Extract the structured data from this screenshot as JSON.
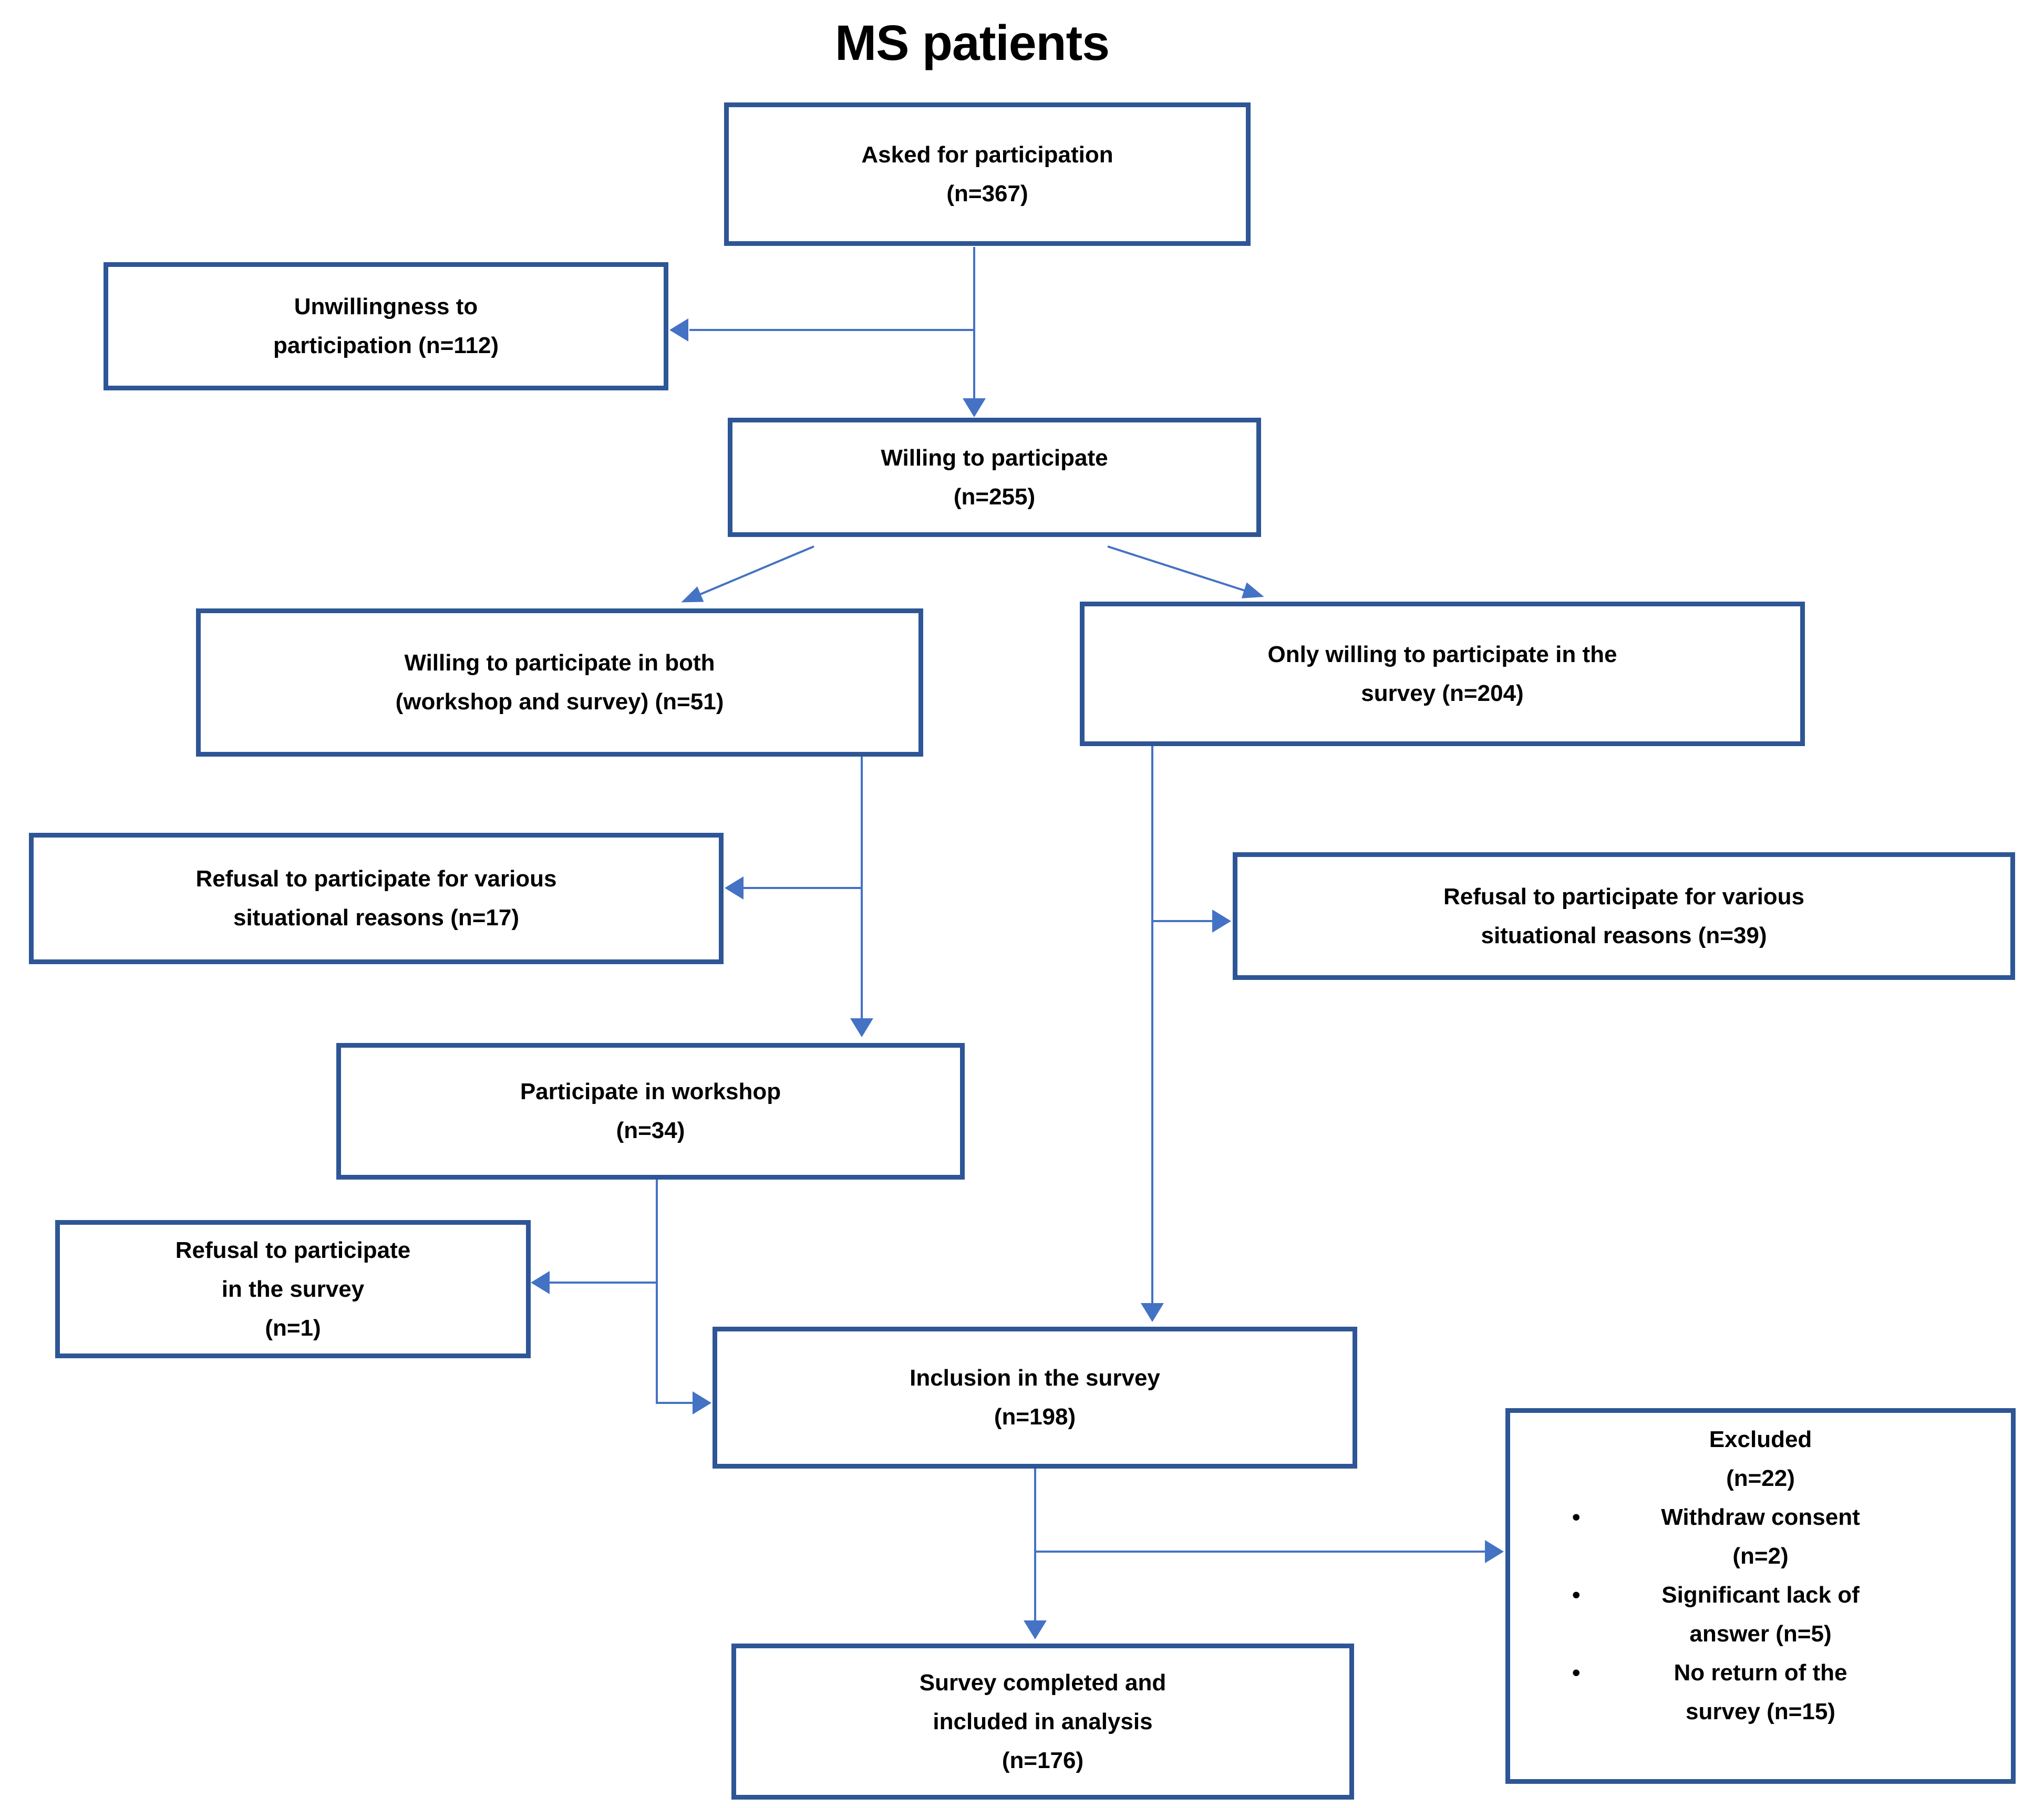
{
  "title": "MS patients",
  "glyphs": {
    "bullet": "•"
  },
  "colors": {
    "box_border": "#2e5696",
    "connector": "#4472c4",
    "text": "#000000",
    "background": "#ffffff"
  },
  "nodes": {
    "asked": {
      "lines": [
        "Asked for participation",
        "(n=367)"
      ]
    },
    "unwillingness": {
      "lines": [
        "Unwillingness to",
        "participation (n=112)"
      ]
    },
    "willing": {
      "lines": [
        "Willing to participate",
        "(n=255)"
      ]
    },
    "willing_both": {
      "lines": [
        "Willing to participate in both",
        "(workshop and survey) (n=51)"
      ]
    },
    "only_survey": {
      "lines": [
        "Only willing to participate in the",
        "survey (n=204)"
      ]
    },
    "refusal_situational_17": {
      "lines": [
        "Refusal to participate for various",
        "situational reasons (n=17)"
      ]
    },
    "refusal_situational_39": {
      "lines": [
        "Refusal to participate for various",
        "situational reasons (n=39)"
      ]
    },
    "workshop": {
      "lines": [
        "Participate in workshop",
        "(n=34)"
      ]
    },
    "refusal_survey_1": {
      "lines": [
        "Refusal to participate",
        "in the survey",
        "(n=1)"
      ]
    },
    "inclusion": {
      "lines": [
        "Inclusion in the survey",
        "(n=198)"
      ]
    },
    "excluded": {
      "heading_lines": [
        "Excluded",
        "(n=22)"
      ],
      "bullets": [
        [
          "Withdraw consent",
          "(n=2)"
        ],
        [
          "Significant lack of",
          "answer (n=5)"
        ],
        [
          "No return of the",
          "survey (n=15)"
        ]
      ]
    },
    "completed": {
      "lines": [
        "Survey completed and",
        "included in analysis",
        "(n=176)"
      ]
    }
  }
}
